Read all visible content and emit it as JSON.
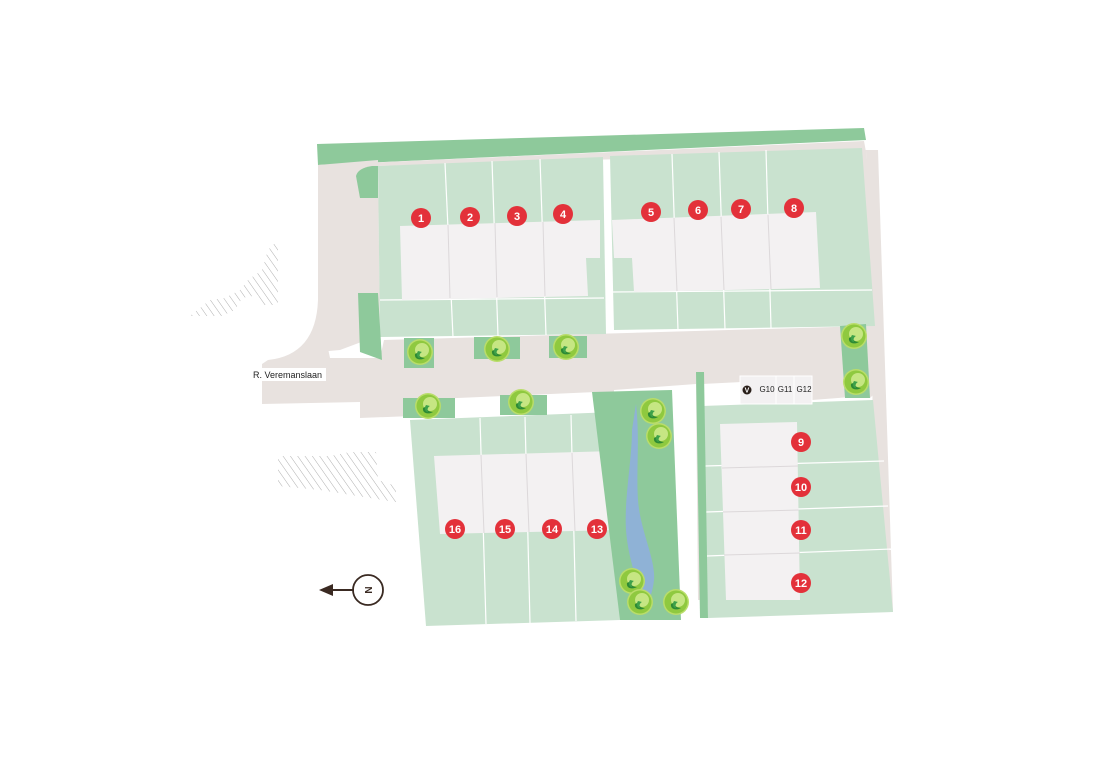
{
  "colors": {
    "road": "#e8e2df",
    "garden": "#c9e2cf",
    "green_strip": "#8ec99b",
    "house": "#f3f1f2",
    "lot_marker": "#e3313a",
    "water": "#8fb2d6",
    "north_arrow": "#3a2a22",
    "garage_marker": "#2a1f1a"
  },
  "street": {
    "name": "R. Veremanslaan"
  },
  "north": {
    "label": "N"
  },
  "lots": [
    {
      "label": "1"
    },
    {
      "label": "2"
    },
    {
      "label": "3"
    },
    {
      "label": "4"
    },
    {
      "label": "5"
    },
    {
      "label": "6"
    },
    {
      "label": "7"
    },
    {
      "label": "8"
    },
    {
      "label": "9"
    },
    {
      "label": "10"
    },
    {
      "label": "11"
    },
    {
      "label": "12"
    },
    {
      "label": "13"
    },
    {
      "label": "14"
    },
    {
      "label": "15"
    },
    {
      "label": "16"
    }
  ],
  "garages": {
    "marker": "V",
    "items": [
      {
        "label": "G10"
      },
      {
        "label": "G11"
      },
      {
        "label": "G12"
      }
    ]
  },
  "icons": {
    "tree": "tree-icon",
    "north": "north-arrow-icon"
  }
}
